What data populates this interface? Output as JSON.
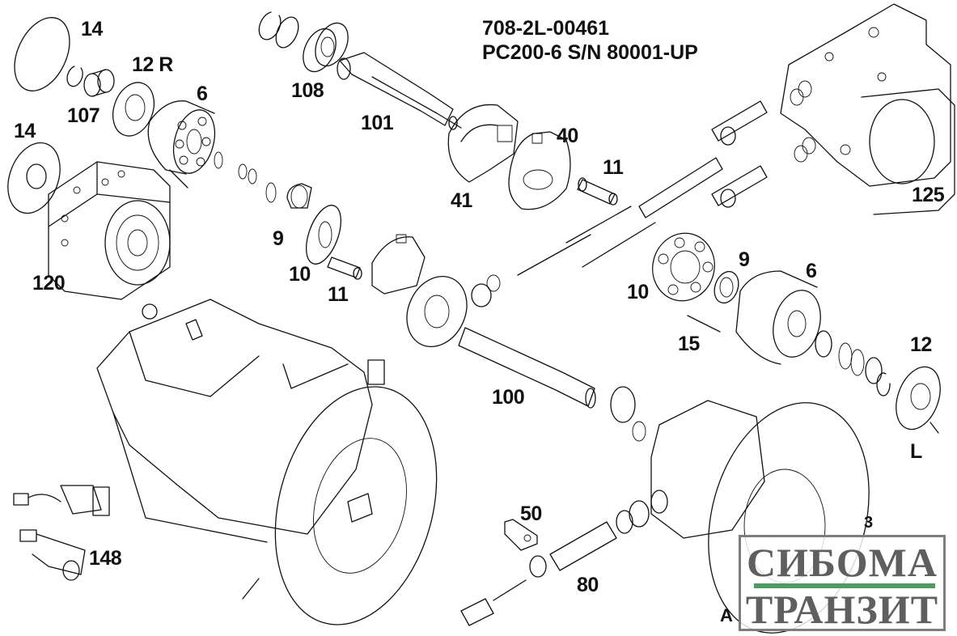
{
  "title": {
    "part_number": "708-2L-00461",
    "model": "PC200-6 S/N 80001-UP"
  },
  "callouts": [
    {
      "id": "14-top",
      "text": "14"
    },
    {
      "id": "12r",
      "text": "12 R"
    },
    {
      "id": "107",
      "text": "107"
    },
    {
      "id": "6-left",
      "text": "6"
    },
    {
      "id": "14-left",
      "text": "14"
    },
    {
      "id": "120",
      "text": "120"
    },
    {
      "id": "108",
      "text": "108"
    },
    {
      "id": "101",
      "text": "101"
    },
    {
      "id": "40",
      "text": "40"
    },
    {
      "id": "41",
      "text": "41"
    },
    {
      "id": "11-top",
      "text": "11"
    },
    {
      "id": "125",
      "text": "125"
    },
    {
      "id": "9-left",
      "text": "9"
    },
    {
      "id": "10-left",
      "text": "10"
    },
    {
      "id": "11-mid",
      "text": "11"
    },
    {
      "id": "10-right",
      "text": "10"
    },
    {
      "id": "9-right",
      "text": "9"
    },
    {
      "id": "6-right",
      "text": "6"
    },
    {
      "id": "15",
      "text": "15"
    },
    {
      "id": "12",
      "text": "12"
    },
    {
      "id": "l",
      "text": "L"
    },
    {
      "id": "100",
      "text": "100"
    },
    {
      "id": "148",
      "text": "148"
    },
    {
      "id": "50",
      "text": "50"
    },
    {
      "id": "80",
      "text": "80"
    },
    {
      "id": "3",
      "text": "3"
    },
    {
      "id": "a",
      "text": "A"
    }
  ],
  "watermark": {
    "line1": "СИБОМА",
    "line2": "ТРАНЗИТ",
    "accent_color": "#4f9a62",
    "text_color": "#5f5f5f"
  }
}
